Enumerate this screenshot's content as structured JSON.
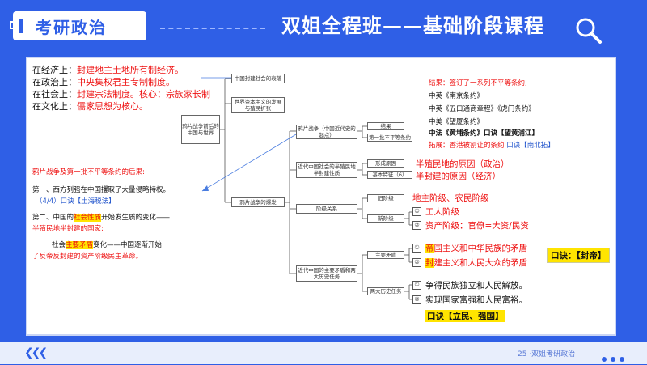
{
  "header": {
    "tag": "考研政治",
    "title": "双姐全程班——基础阶段课程"
  },
  "left": {
    "econ_label": "在经济上：",
    "econ_val": "封建地主土地所有制经济。",
    "pol_label": "在政治上：",
    "pol_val": "中央集权君主专制制度。",
    "soc_label": "在社会上：",
    "soc_val": "封建宗法制度。核心：宗族家长制",
    "cul_label": "在文化上：",
    "cul_val": "儒家思想为核心。",
    "war_title": "鸦片战争及第一批不平等条约的后果:",
    "first": "第一、西方列强在中国攫取了大量侵略特权。",
    "first_note": "（4/4）口诀【土海税法】",
    "second_a": "第二、中国的",
    "second_hl": "社会性质",
    "second_b": "开始发生质的变化——",
    "second_c": "半殖民地半封建的国家;",
    "third_a": "社会",
    "third_hl": "主要矛盾",
    "third_b": "变化——中国逐渐开始",
    "third_c": "了反帝反封建的资产阶级民主革命。"
  },
  "tree": {
    "root": "鸦片战争前后的中国与世界",
    "n1": "中国封建社会的衰落",
    "n2": "世界资本主义的发展与殖民扩张",
    "n3": "鸦片战争的爆发",
    "n3a": "鸦片战争（中国近代史的起点）",
    "n3a1": "结果",
    "n3a2": "第一批不平等条约",
    "n3b": "近代中国社会的半殖民地半封建性质",
    "n3b1": "形成原因",
    "n3b2": "基本特征（6）",
    "n3c": "阶级关系",
    "n3c1": "旧阶级",
    "n3c2": "新阶级",
    "n3d": "近代中国的主要矛盾和两大历史任务",
    "n3d1": "主要矛盾",
    "n3d2": "两大历史任务"
  },
  "right": {
    "result": "结果：签订了一系列不平等条约;",
    "t1": "中英《南京条约》",
    "t2": "中英《五口通商章程》《虎门条约》",
    "t3": "中美《望厦条约》",
    "t4": "中法《黄埔条约》口诀【望黄浦江】",
    "t5a": "拓展：香港被割让的条约",
    "t5b": "口诀【南北拓】",
    "semi1": "半殖民地的原因（政治）",
    "semi2": "半封建的原因（经济）",
    "old": "地主阶级、农民阶级",
    "c1": "①",
    "new1": "工人阶级",
    "c2": "②",
    "new2": "资产阶级：官僚=大资/民资",
    "c3": "①",
    "m1a": "帝",
    "m1b": "国主义和中华民族的矛盾",
    "c4": "②",
    "m2a": "封",
    "m2b": "建主义和人民大众的矛盾",
    "mnemo": "口诀：【封帝】",
    "c5": "①",
    "task1": "争得民族独立和人民解放。",
    "c6": "②",
    "task2": "实现国家富强和人民富裕。",
    "mnemo2": "口诀【立民、强国】"
  },
  "footer": {
    "page": "25 ·双姐考研政治"
  }
}
